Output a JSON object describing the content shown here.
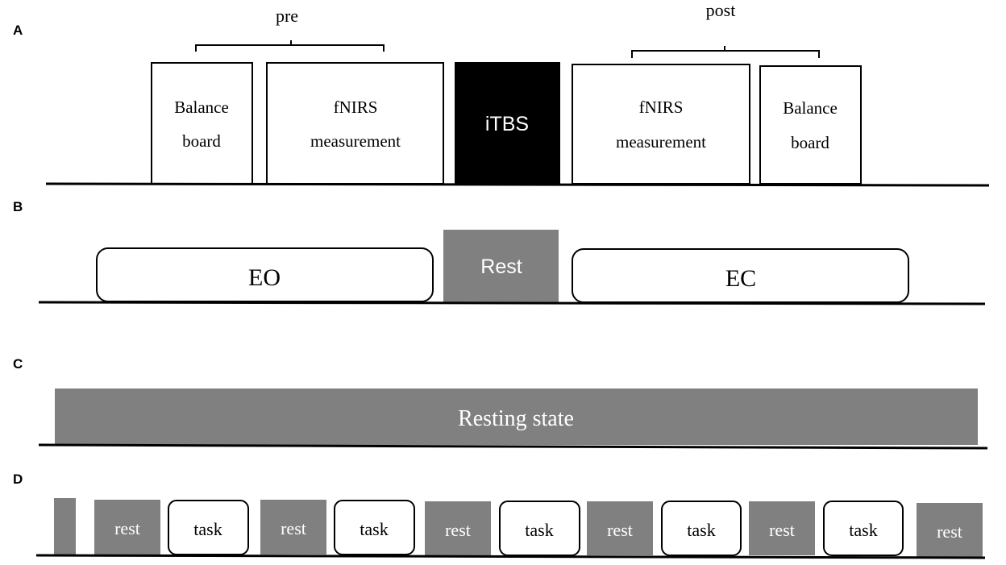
{
  "panels": {
    "a": {
      "letter": "A",
      "pre_label": "pre",
      "post_label": "post",
      "balance_pre": [
        "Balance",
        "board"
      ],
      "fnirs_pre": [
        "fNIRS",
        "measurement"
      ],
      "itbs": "iTBS",
      "fnirs_post": [
        "fNIRS",
        "measurement"
      ],
      "balance_post": [
        "Balance",
        "board"
      ]
    },
    "b": {
      "letter": "B",
      "eo": "EO",
      "rest": "Rest",
      "ec": "EC"
    },
    "c": {
      "letter": "C",
      "resting_state": "Resting state"
    },
    "d": {
      "letter": "D",
      "rest_label": "rest",
      "task_label": "task",
      "sequence": [
        "",
        "rest",
        "task",
        "rest",
        "task",
        "rest",
        "task",
        "rest",
        "task",
        "rest",
        "task",
        "rest"
      ]
    }
  },
  "colors": {
    "black": "#000000",
    "gray": "#808080",
    "white": "#ffffff"
  }
}
